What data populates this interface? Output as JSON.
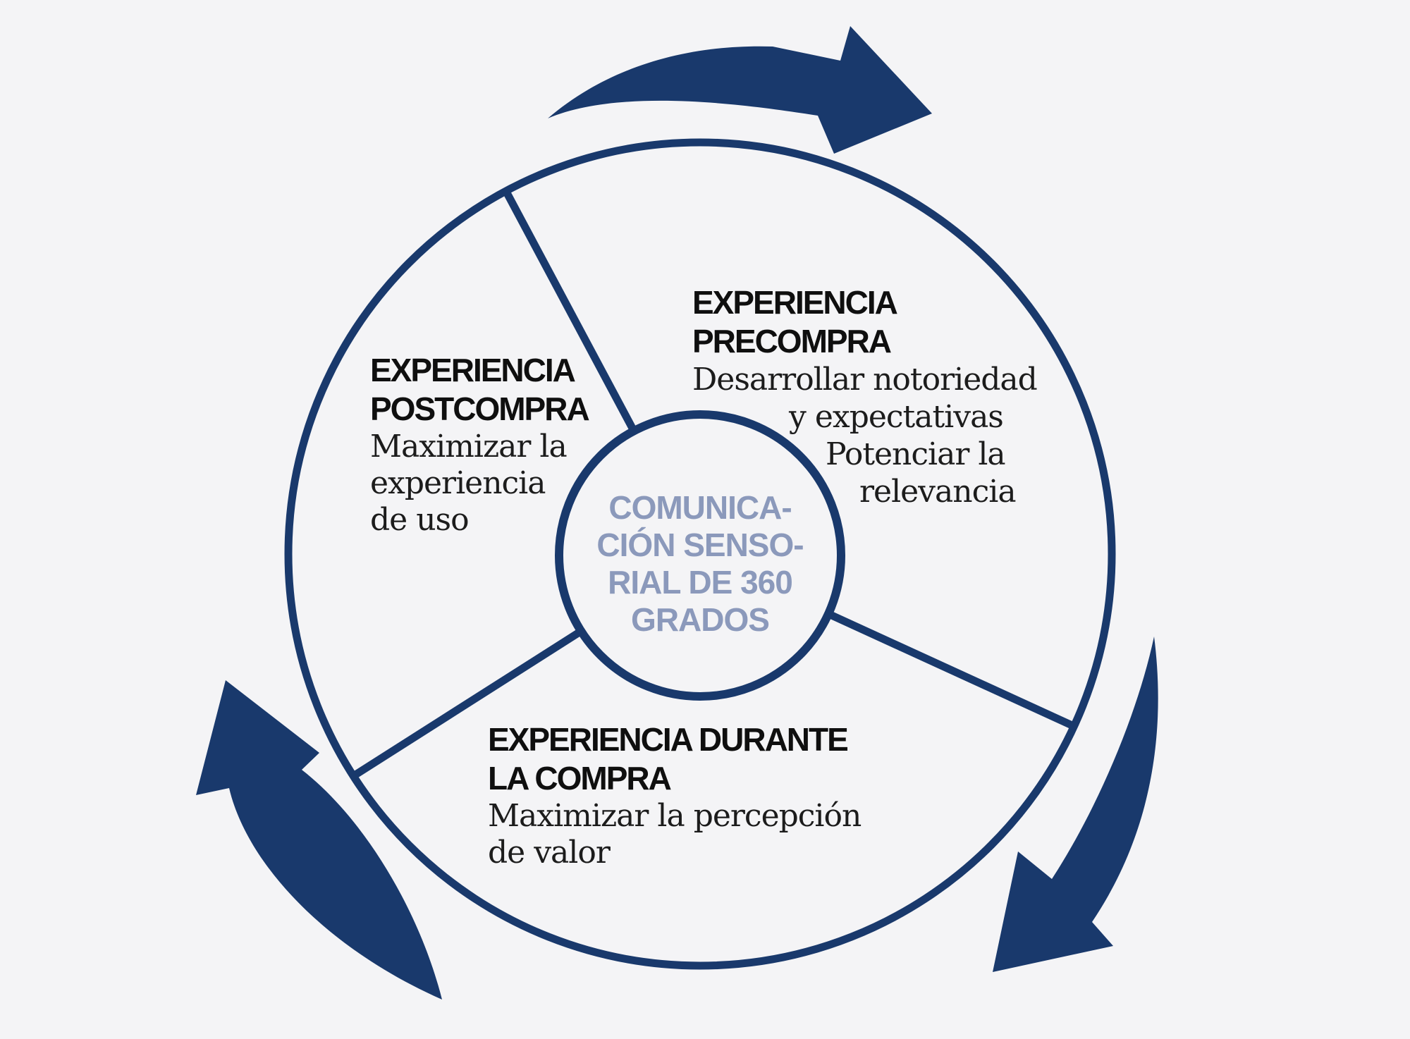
{
  "colors": {
    "background": "#f4f4f6",
    "navy": "#19396c",
    "center_text": "#8b99bb",
    "heading_text": "#0f0f0f",
    "body_text": "#1c1c1c"
  },
  "center_circle": {
    "lines": [
      "COMUNICA-",
      "CIÓN SENSO-",
      "RIAL DE 360",
      "GRADOS"
    ]
  },
  "sections": {
    "precompra": {
      "title_lines": [
        "EXPERIENCIA",
        "PRECOMPRA"
      ],
      "body_lines": [
        "Desarrollar notoriedad",
        "y expectativas",
        "Potenciar la",
        "relevancia"
      ]
    },
    "postcompra": {
      "title_lines": [
        "EXPERIENCIA",
        "POSTCOMPRA"
      ],
      "body_lines": [
        "Maximizar la",
        "experiencia",
        "de uso"
      ]
    },
    "durante": {
      "title_lines": [
        "EXPERIENCIA DURANTE",
        "LA COMPRA"
      ],
      "body_lines": [
        "Maximizar la percepción",
        "de valor"
      ]
    }
  },
  "icons": {
    "arrow_top": "curved-swoosh-arrow-pointing-right",
    "arrow_bottom_right": "curved-swoosh-arrow-pointing-down-left",
    "arrow_bottom_left": "curved-swoosh-arrow-pointing-up-left"
  }
}
